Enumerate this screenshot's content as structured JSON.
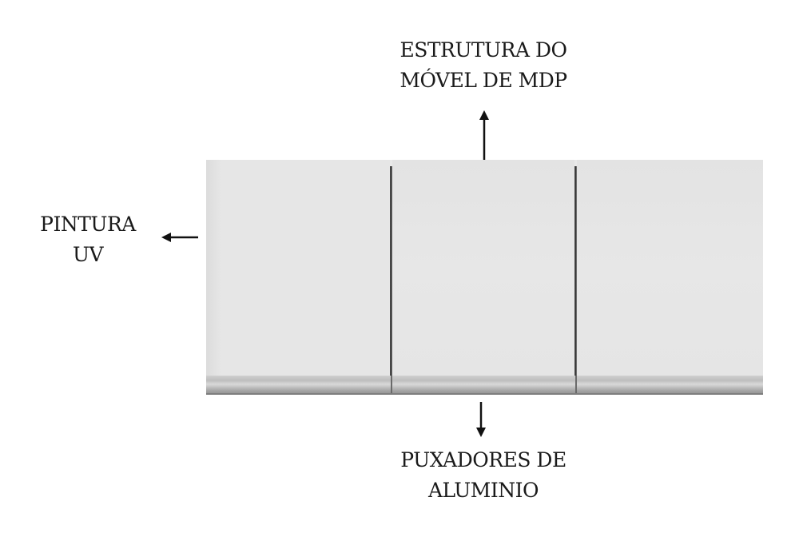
{
  "labels": {
    "top": [
      "ESTRUTURA DO",
      "MÓVEL DE MDP"
    ],
    "left": [
      "PINTURA",
      "UV"
    ],
    "bottom": [
      "PUXADORES DE",
      "ALUMINIO"
    ]
  },
  "colors": {
    "text": "#1a1a1a",
    "door_face": "#e6e6e6",
    "door_gap": "#2c2c2c",
    "aluminium_handle": "#bdbdbd",
    "arrow": "#111111"
  },
  "icons": {
    "top_arrow": "arrow-up-icon",
    "left_arrow": "arrow-left-icon",
    "bottom_arrow": "arrow-down-icon"
  }
}
